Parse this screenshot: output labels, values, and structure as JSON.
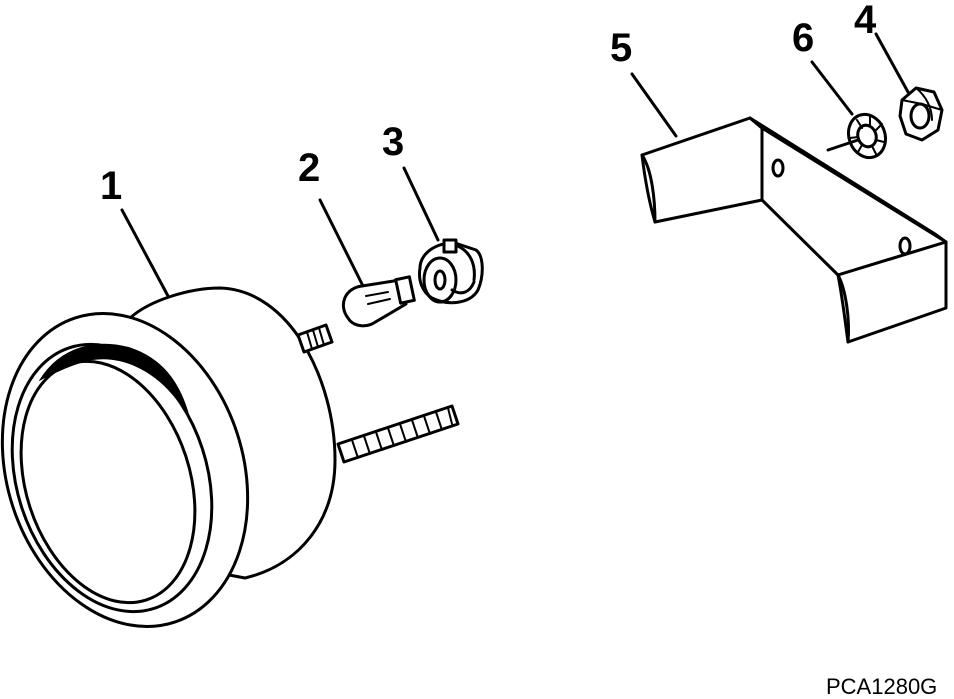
{
  "callouts": {
    "c1": "1",
    "c2": "2",
    "c3": "3",
    "c4": "4",
    "c5": "5",
    "c6": "6"
  },
  "figure_code": "PCA1280G",
  "colors": {
    "ink": "#000000",
    "paper": "#ffffff"
  }
}
